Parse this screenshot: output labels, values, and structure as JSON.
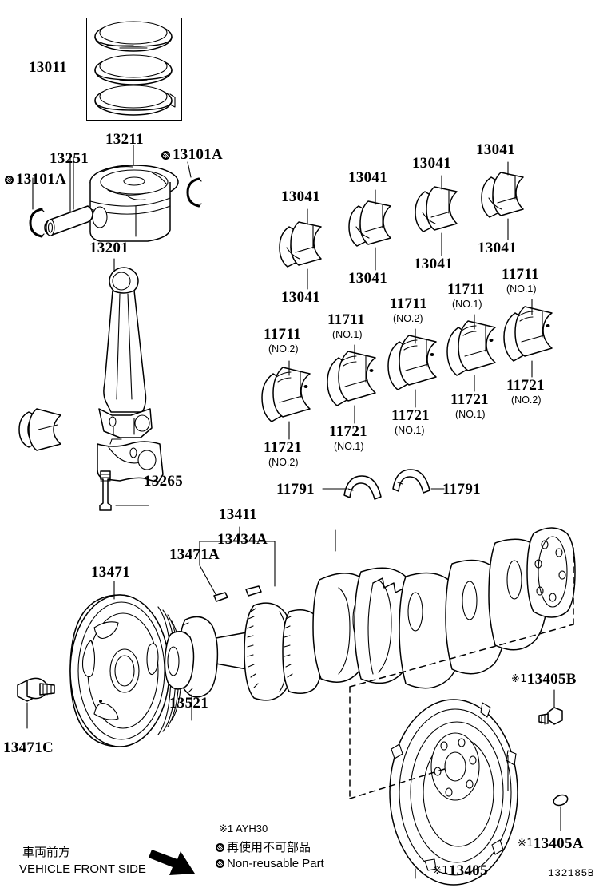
{
  "diagram": {
    "id": "132185B",
    "title": "Crankshaft & Piston Assembly Parts Diagram"
  },
  "labels": {
    "piston_ring_set": "13011",
    "piston": "13211",
    "piston_pin": "13251",
    "snap_ring_left": "13101A",
    "snap_ring_right": "13101A",
    "connecting_rod": "13201",
    "connecting_rod_bolt": "13265",
    "rod_bearing": "13041",
    "main_bearing_upper": "11711",
    "main_bearing_lower": "11721",
    "thrust_washer": "11791",
    "crankshaft": "13411",
    "crank_timing_gear": "13434A",
    "crank_key": "13471A",
    "crank_pulley": "13471",
    "pulley_bolt": "13471C",
    "crank_sprocket": "13521",
    "flywheel": "13405",
    "flywheel_bolt": "13405B",
    "flywheel_pin": "13405A",
    "no1": "(NO.1)",
    "no2": "(NO.2)"
  },
  "rod_bearings": [
    {
      "id": "bearing-13041-1",
      "top_label": "13041",
      "bottom_label": "13041"
    },
    {
      "id": "bearing-13041-2",
      "top_label": "13041",
      "bottom_label": "13041"
    },
    {
      "id": "bearing-13041-3",
      "top_label": "13041",
      "bottom_label": "13041"
    },
    {
      "id": "bearing-13041-4",
      "top_label": "13041",
      "bottom_label": "13041"
    }
  ],
  "main_bearings": [
    {
      "id": "main-bearing-1",
      "upper": "11711",
      "upper_no": "(NO.2)",
      "lower": "11721",
      "lower_no": "(NO.2)"
    },
    {
      "id": "main-bearing-2",
      "upper": "11711",
      "upper_no": "(NO.1)",
      "lower": "11721",
      "lower_no": "(NO.1)"
    },
    {
      "id": "main-bearing-3",
      "upper": "11711",
      "upper_no": "(NO.2)",
      "lower": "11721",
      "lower_no": "(NO.1)"
    },
    {
      "id": "main-bearing-4",
      "upper": "11711",
      "upper_no": "(NO.1)",
      "lower": "11721",
      "lower_no": "(NO.1)"
    },
    {
      "id": "main-bearing-5",
      "upper": "11711",
      "upper_no": "(NO.1)",
      "lower": "11721",
      "lower_no": "(NO.2)"
    }
  ],
  "thrust_washers": [
    {
      "id": "thrust-washer-left",
      "label": "11791"
    },
    {
      "id": "thrust-washer-right",
      "label": "11791"
    }
  ],
  "legend": {
    "front_ja": "車両前方",
    "front_en": "VEHICLE FRONT SIDE",
    "note_code": "※1 AYH30",
    "nonreuse_ja": "再使用不可部品",
    "nonreuse_en": "Non-reusable Part"
  },
  "marks": {
    "star1": "※1"
  },
  "colors": {
    "line": "#000000",
    "background": "#ffffff"
  }
}
